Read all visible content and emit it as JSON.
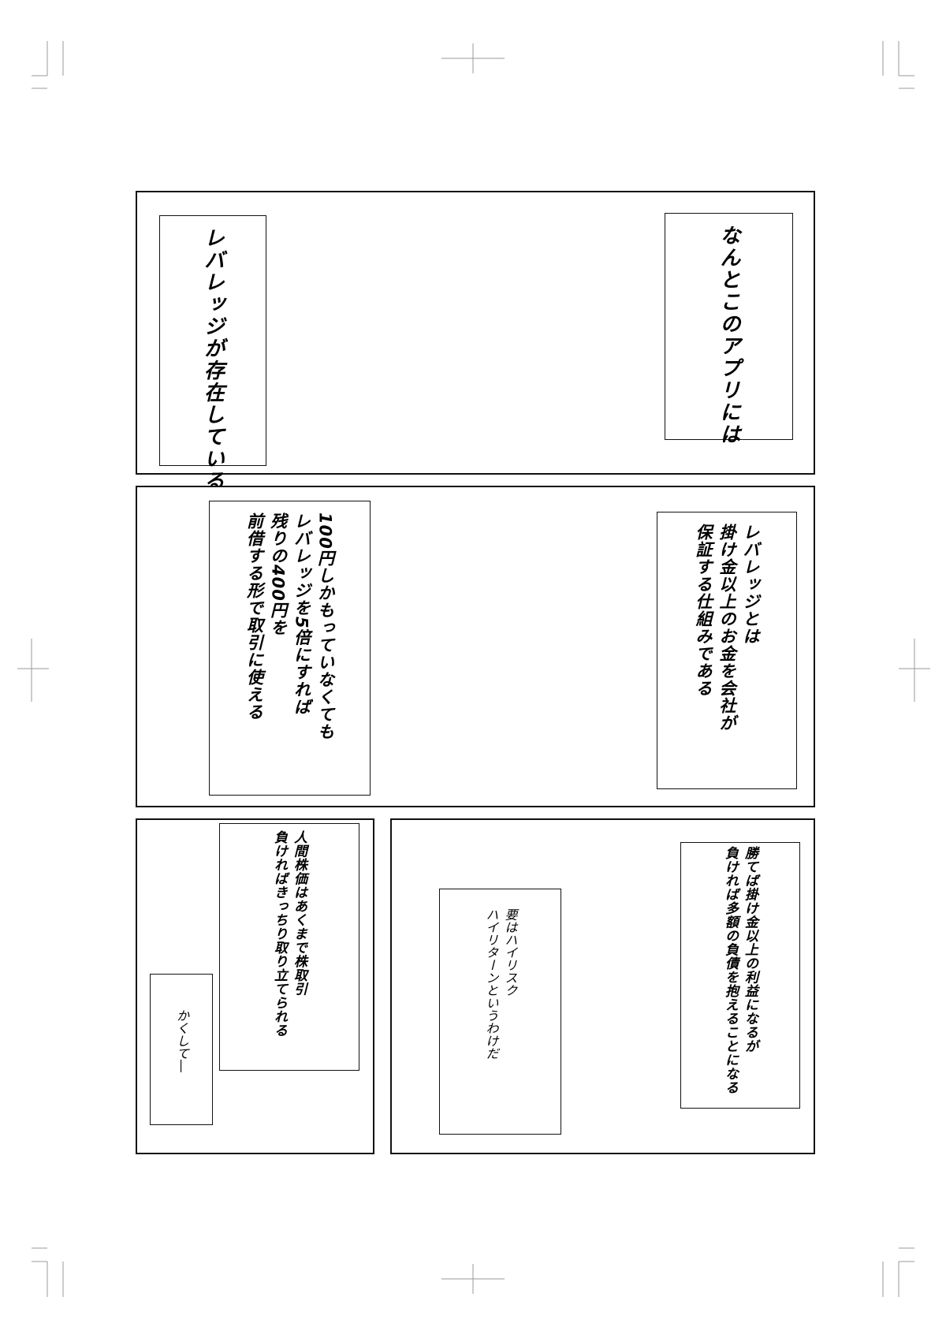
{
  "panel1": {
    "caption_right": [
      "なんとこのアプリには"
    ],
    "caption_left": [
      "レバレッジが存在している"
    ]
  },
  "panel2": {
    "caption_right": [
      "レバレッジとは",
      "掛け金以上のお金を会社が",
      "保証する仕組みである"
    ],
    "caption_left": [
      "100円しかもっていなくても",
      "レバレッジを5倍にすれば",
      "残りの400円を",
      "前借する形で取引に使える"
    ]
  },
  "panel3": {
    "caption_main": [
      "人間株価はあくまで株取引",
      "負ければきっちり取り立てられる"
    ],
    "caption_small": [
      "かくして―"
    ]
  },
  "panel4": {
    "caption_right": [
      "勝てば掛け金以上の利益になるが",
      "負ければ多額の負債を抱えることになる"
    ],
    "caption_left": [
      "要はハイリスク",
      "ハイリターンというわけだ"
    ]
  }
}
